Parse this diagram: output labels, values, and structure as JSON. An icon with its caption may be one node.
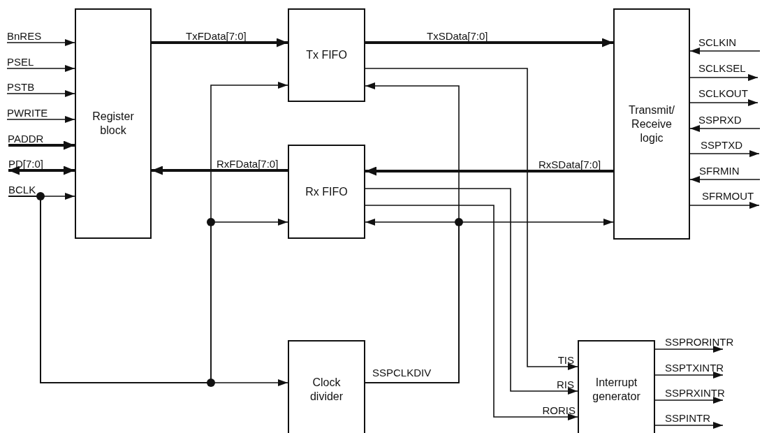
{
  "diagram": {
    "nodes": [
      {
        "text": [
          "Register block"
        ]
      },
      {
        "text": [
          "Tx FIFO"
        ]
      },
      {
        "text": [
          "Rx FIFO"
        ]
      },
      {
        "text": [
          "Transmit/ Receive logic"
        ]
      },
      {
        "text": [
          "Clock divider"
        ]
      },
      {
        "text": [
          "Interrupt generator"
        ]
      }
    ],
    "edges": [
      {
        "from": null,
        "to": 0,
        "arrow": "to",
        "label": "BnRES"
      },
      {
        "from": null,
        "to": 0,
        "arrow": "to",
        "label": "PSEL"
      },
      {
        "from": null,
        "to": 0,
        "arrow": "to",
        "label": "PSTB"
      },
      {
        "from": null,
        "to": 0,
        "arrow": "to",
        "label": "PWRITE"
      },
      {
        "from": null,
        "to": 0,
        "arrow": "to",
        "label": "PADDR",
        "style": "thick"
      },
      {
        "from": null,
        "to": 0,
        "arrow": "both",
        "label": "PD[7:0]",
        "style": "thick"
      },
      {
        "from": null,
        "to": 0,
        "arrow": "to",
        "label": "BCLK"
      },
      {
        "from": null,
        "to": 1,
        "arrow": "to"
      },
      {
        "from": null,
        "to": 2,
        "arrow": "to"
      },
      {
        "from": null,
        "to": 4,
        "arrow": "to"
      },
      {
        "from": 0,
        "to": 1,
        "arrow": "to",
        "label": "TxFData[7:0]",
        "style": "thick"
      },
      {
        "from": 1,
        "to": 3,
        "arrow": "to",
        "label": "TxSData[7:0]",
        "style": "thick"
      },
      {
        "from": 3,
        "to": 2,
        "arrow": "to",
        "label": "RxSData[7:0]",
        "style": "thick"
      },
      {
        "from": 2,
        "to": 0,
        "arrow": "to",
        "label": "RxFData[7:0]",
        "style": "thick"
      },
      {
        "from": 4,
        "to": 1,
        "arrow": "to",
        "label": "SSPCLKDIV"
      },
      {
        "from": 4,
        "to": 2,
        "arrow": "to"
      },
      {
        "from": 4,
        "to": 3,
        "arrow": "to"
      },
      {
        "from": null,
        "to": 3,
        "arrow": "to",
        "label": "SCLKIN"
      },
      {
        "from": 3,
        "to": null,
        "arrow": "to",
        "label": "SCLKSEL"
      },
      {
        "from": 3,
        "to": null,
        "arrow": "to",
        "label": "SCLKOUT"
      },
      {
        "from": null,
        "to": 3,
        "arrow": "to",
        "label": "SSPRXD"
      },
      {
        "from": 3,
        "to": null,
        "arrow": "to",
        "label": "SSPTXD"
      },
      {
        "from": null,
        "to": 3,
        "arrow": "to",
        "label": "SFRMIN"
      },
      {
        "from": 3,
        "to": null,
        "arrow": "to",
        "label": "SFRMOUT"
      },
      {
        "from": 1,
        "to": 5,
        "arrow": "to",
        "label": "TIS"
      },
      {
        "from": 2,
        "to": 5,
        "arrow": "to",
        "label": "RIS"
      },
      {
        "from": 2,
        "to": 5,
        "arrow": "to",
        "label": "RORIS"
      },
      {
        "from": 5,
        "to": null,
        "arrow": "to",
        "label": "SSPRORINTR"
      },
      {
        "from": 5,
        "to": null,
        "arrow": "to",
        "label": "SSPTXINTR"
      },
      {
        "from": 5,
        "to": null,
        "arrow": "to",
        "label": "SSPRXINTR"
      },
      {
        "from": 5,
        "to": null,
        "arrow": "to",
        "label": "SSPINTR"
      }
    ]
  }
}
